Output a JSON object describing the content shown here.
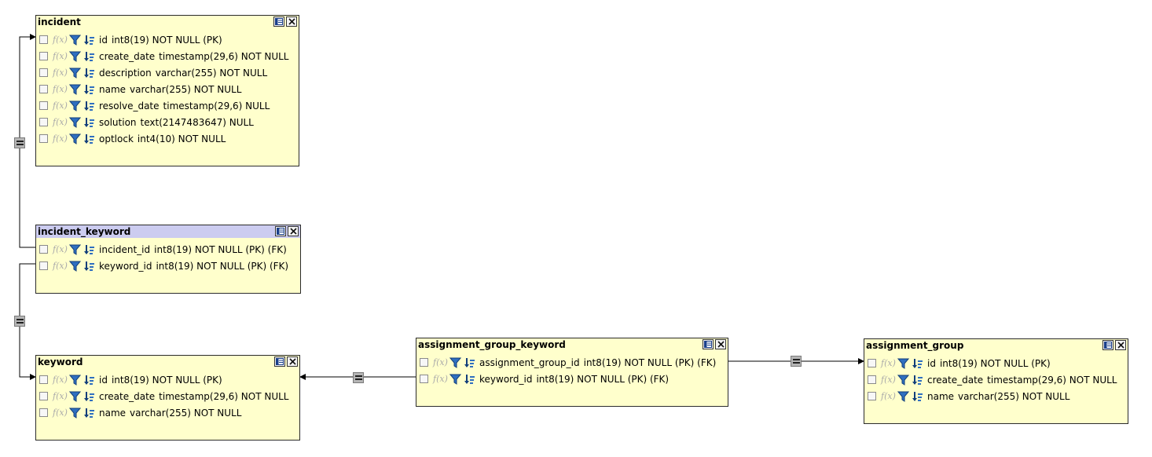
{
  "tables": {
    "incident": {
      "name": "incident",
      "columns": [
        {
          "name": "id",
          "type": "int8(19) NOT NULL (PK)"
        },
        {
          "name": "create_date",
          "type": "timestamp(29,6) NOT NULL"
        },
        {
          "name": "description",
          "type": "varchar(255) NOT NULL"
        },
        {
          "name": "name",
          "type": "varchar(255) NOT NULL"
        },
        {
          "name": "resolve_date",
          "type": "timestamp(29,6) NULL"
        },
        {
          "name": "solution",
          "type": "text(2147483647) NULL"
        },
        {
          "name": "optlock",
          "type": "int4(10) NOT NULL"
        }
      ]
    },
    "incident_keyword": {
      "name": "incident_keyword",
      "columns": [
        {
          "name": "incident_id",
          "type": "int8(19) NOT NULL (PK) (FK)"
        },
        {
          "name": "keyword_id",
          "type": "int8(19) NOT NULL (PK) (FK)"
        }
      ]
    },
    "keyword": {
      "name": "keyword",
      "columns": [
        {
          "name": "id",
          "type": "int8(19) NOT NULL (PK)"
        },
        {
          "name": "create_date",
          "type": "timestamp(29,6) NOT NULL"
        },
        {
          "name": "name",
          "type": "varchar(255) NOT NULL"
        }
      ]
    },
    "assignment_group_keyword": {
      "name": "assignment_group_keyword",
      "columns": [
        {
          "name": "assignment_group_id",
          "type": "int8(19) NOT NULL (PK) (FK)"
        },
        {
          "name": "keyword_id",
          "type": "int8(19) NOT NULL (PK) (FK)"
        }
      ]
    },
    "assignment_group": {
      "name": "assignment_group",
      "columns": [
        {
          "name": "id",
          "type": "int8(19) NOT NULL (PK)"
        },
        {
          "name": "create_date",
          "type": "timestamp(29,6) NOT NULL"
        },
        {
          "name": "name",
          "type": "varchar(255) NOT NULL"
        }
      ]
    }
  },
  "column_icons": {
    "fx_label": "f(x)",
    "icons": [
      "checkbox-icon",
      "function-icon",
      "filter-icon",
      "sort-icon"
    ]
  },
  "colors": {
    "table_fill": "#ffffcc",
    "selected_header": "#ccccf0",
    "filter_icon": "#1a5aa8",
    "marker_fill": "#b5b5b5"
  }
}
